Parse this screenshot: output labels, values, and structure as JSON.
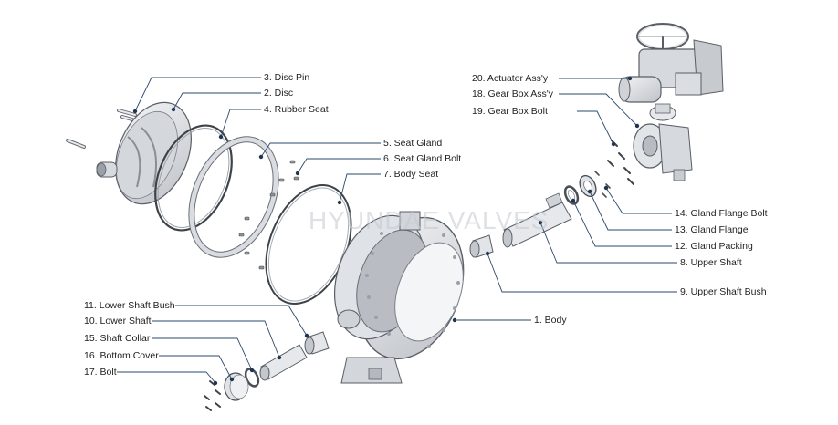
{
  "watermark": {
    "text": "HYUNDAE VALVES"
  },
  "colors": {
    "leader": "#2b4a6b",
    "dot": "#1f3550",
    "line": "#5a5f66",
    "fill": "#e6e8eb",
    "shade": "#c9ccd1"
  },
  "parts": [
    {
      "id": "disc-pin",
      "label": "3. Disc Pin"
    },
    {
      "id": "disc",
      "label": "2. Disc"
    },
    {
      "id": "rubber-seat",
      "label": "4. Rubber Seat"
    },
    {
      "id": "seat-gland",
      "label": "5. Seat Gland"
    },
    {
      "id": "seat-gland-bolt",
      "label": "6. Seat Gland Bolt"
    },
    {
      "id": "body-seat",
      "label": "7. Body Seat"
    },
    {
      "id": "actuator-assy",
      "label": "20. Actuator Ass'y"
    },
    {
      "id": "gear-box-assy",
      "label": "18. Gear Box Ass'y"
    },
    {
      "id": "gear-box-bolt",
      "label": "19. Gear Box Bolt"
    },
    {
      "id": "gland-flange-bolt",
      "label": "14. Gland Flange Bolt"
    },
    {
      "id": "gland-flange",
      "label": "13. Gland Flange"
    },
    {
      "id": "gland-packing",
      "label": "12. Gland Packing"
    },
    {
      "id": "upper-shaft",
      "label": "8. Upper Shaft"
    },
    {
      "id": "upper-shaft-bush",
      "label": "9. Upper Shaft Bush"
    },
    {
      "id": "body",
      "label": "1. Body"
    },
    {
      "id": "lower-shaft-bush",
      "label": "11. Lower Shaft Bush"
    },
    {
      "id": "lower-shaft",
      "label": "10. Lower Shaft"
    },
    {
      "id": "shaft-collar",
      "label": "15. Shaft Collar"
    },
    {
      "id": "bottom-cover",
      "label": "16. Bottom Cover"
    },
    {
      "id": "bolt",
      "label": "17. Bolt"
    }
  ]
}
